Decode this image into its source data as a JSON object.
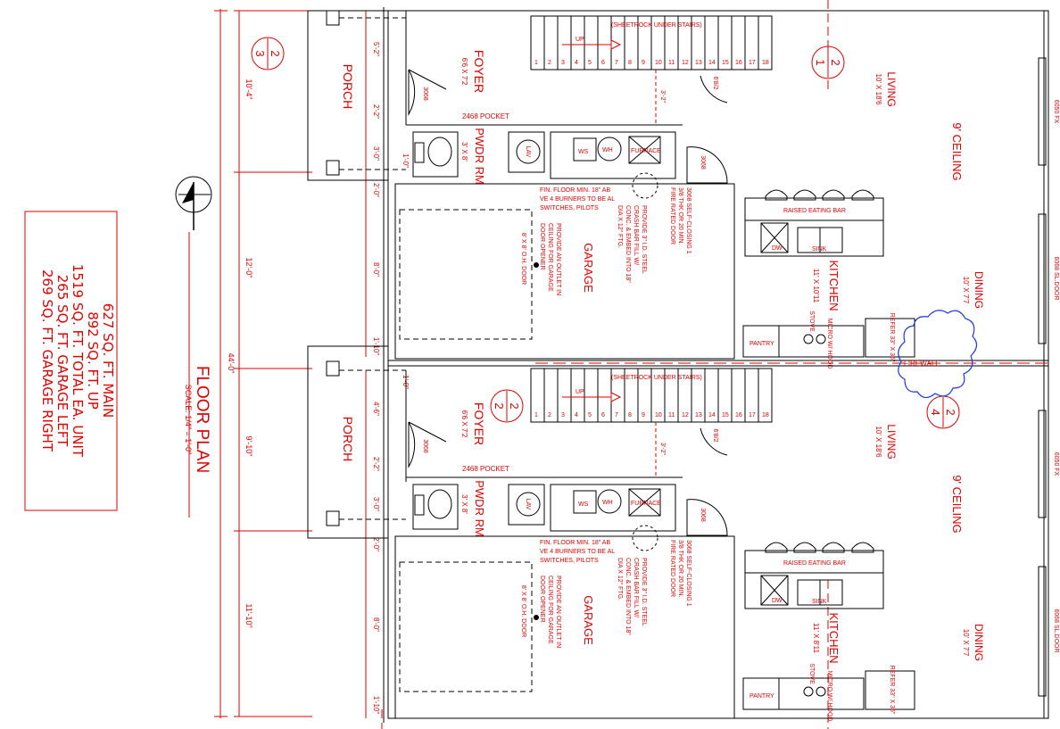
{
  "colors": {
    "ink": "#000000",
    "red": "#e00000",
    "blue": "#1a36e6",
    "dim": "#ff0000"
  },
  "title": {
    "main": "FLOOR PLAN",
    "scale": "SCALE: 1/4\" = 1'-0\""
  },
  "area_box": {
    "lines": [
      "627 SQ. FT. MAIN",
      "892 SQ. FT. UP",
      "1519 SQ. FT. TOTAL EA. UNIT",
      "265 SQ. FT. GARAGE LEFT",
      "269 SQ. FT. GARAGE RIGHT"
    ]
  },
  "overall_dim": "44'-0\"",
  "left_dims": [
    "10'-4\"",
    "12'-0\"",
    "9'-10\"",
    "11'-10\""
  ],
  "inner_dims_top": [
    "5'-2\"",
    "2'-2\"",
    "3'-0\"",
    "1'-0\"",
    "2'-0\"",
    "8'-0\"",
    "1'-10\""
  ],
  "inner_dims_bottom": [
    "1'-0\"",
    "4'-6\"",
    "2'-2\"",
    "3'-0\"",
    "2'-0\"",
    "8'-0\"",
    "1'-10\""
  ],
  "stair_dim": "3'-2\"",
  "units": [
    {
      "porch": "PORCH",
      "foyer": "FOYER",
      "foyer_size": "6'6 X 7'2",
      "foyer_door": "3068",
      "pocket": "2468 POCKET",
      "pwdr": "PWDR RM",
      "pwdr_size": "3' X 8'",
      "lav": "LAV",
      "ws": "WS",
      "wh": "WH",
      "furnace": "FURNACE",
      "stairs_note": "(SHEETROCK UNDER STAIRS)",
      "up": "UP",
      "steps": [
        "1",
        "2",
        "3",
        "4",
        "5",
        "6",
        "7",
        "8",
        "9",
        "10",
        "11",
        "12",
        "13",
        "14",
        "15",
        "16",
        "17",
        "18"
      ],
      "closet_door": "6'8/2",
      "fin_floor": "FIN. FLOOR MIN. 18\" ABOVE 4 BURNERS TO BE ALL SWITCHES, PILOTS",
      "outlet_note": "PROVIDE AN OUTLET IN CEILING FOR GARAGE DOOR OPENER",
      "oh_door": "8' X 8' O.H. DOOR",
      "garage": "GARAGE",
      "steel_note": "PROVIDE 3\" I.D. STEEL CRASH BAR FILL W/ CONC. & EMBED INTO 18\" DIA X 12\" FTG.",
      "fire_door": "3068 SELF-CLOSING 1 3/8 THK OR 20 MIN. FIRE RATED DOOR",
      "fire_door_tag": "3068",
      "raised_bar": "RAISED EATING BAR",
      "dw": "DW",
      "sink": "SINK",
      "kitchen": "KITCHEN",
      "kitchen_size": "11' X 10'11",
      "stove": "STOVE",
      "hood": "MICRO W/ HOOD",
      "pantry": "PANTRY",
      "refer": "REFER 33\" X 36\"",
      "dining": "DINING",
      "dining_size": "10' X 7'7",
      "living": "LIVING",
      "living_size": "10' X 18'6",
      "ceiling": "9' CEILING",
      "window1": "6050 FX",
      "window2": "6068 SL.DOOR",
      "section_num": "2",
      "section_sheet_a": "3",
      "section_sheet_b": "1"
    },
    {
      "porch": "PORCH",
      "foyer": "FOYER",
      "foyer_size": "6'6 X 7'2",
      "foyer_door": "3068",
      "pocket": "2468 POCKET",
      "pwdr": "PWDR RM",
      "pwdr_size": "3' X 8'",
      "lav": "LAV",
      "ws": "WS",
      "wh": "WH",
      "furnace": "FURNACE",
      "stairs_note": "(SHEETROCK UNDER STAIRS)",
      "up": "UP",
      "steps": [
        "1",
        "2",
        "3",
        "4",
        "5",
        "6",
        "7",
        "8",
        "9",
        "10",
        "11",
        "12",
        "13",
        "14",
        "15",
        "16",
        "17",
        "18"
      ],
      "closet_door": "6'8/2",
      "fin_floor": "FIN. FLOOR MIN. 18\" ABOVE 4 BURNERS TO BE ALL SWITCHES, PILOTS",
      "outlet_note": "PROVIDE AN OUTLET IN CEILING FOR GARAGE DOOR OPENER",
      "oh_door": "8' X 8' O.H. DOOR",
      "garage": "GARAGE",
      "steel_note": "PROVIDE 3\" I.D. STEEL CRASH BAR FILL W/ CONC. & EMBED INTO 18\" DIA X 12\" FTG.",
      "fire_door": "3068 SELF-CLOSING 1 3/8 THK OR 20 MIN. FIRE RATED DOOR",
      "fire_door_tag": "3068",
      "raised_bar": "RAISED EATING BAR",
      "dw": "DW",
      "sink": "SINK",
      "kitchen": "KITCHEN",
      "kitchen_size": "11' X 8'11",
      "stove": "STOVE",
      "hood": "MICRO W/ HOOD",
      "pantry": "PANTRY",
      "refer": "REFER 33\" X 36\"",
      "dining": "DINING",
      "dining_size": "10' X 7'7",
      "living": "LIVING",
      "living_size": "10' X 18'6",
      "ceiling": "9' CEILING",
      "window1": "6050 FX",
      "window2": "6068 SL.DOOR",
      "section_num": "2",
      "section_sheet_a": "2",
      "section_sheet_b": "4"
    }
  ],
  "firewall": "FIREWALL"
}
